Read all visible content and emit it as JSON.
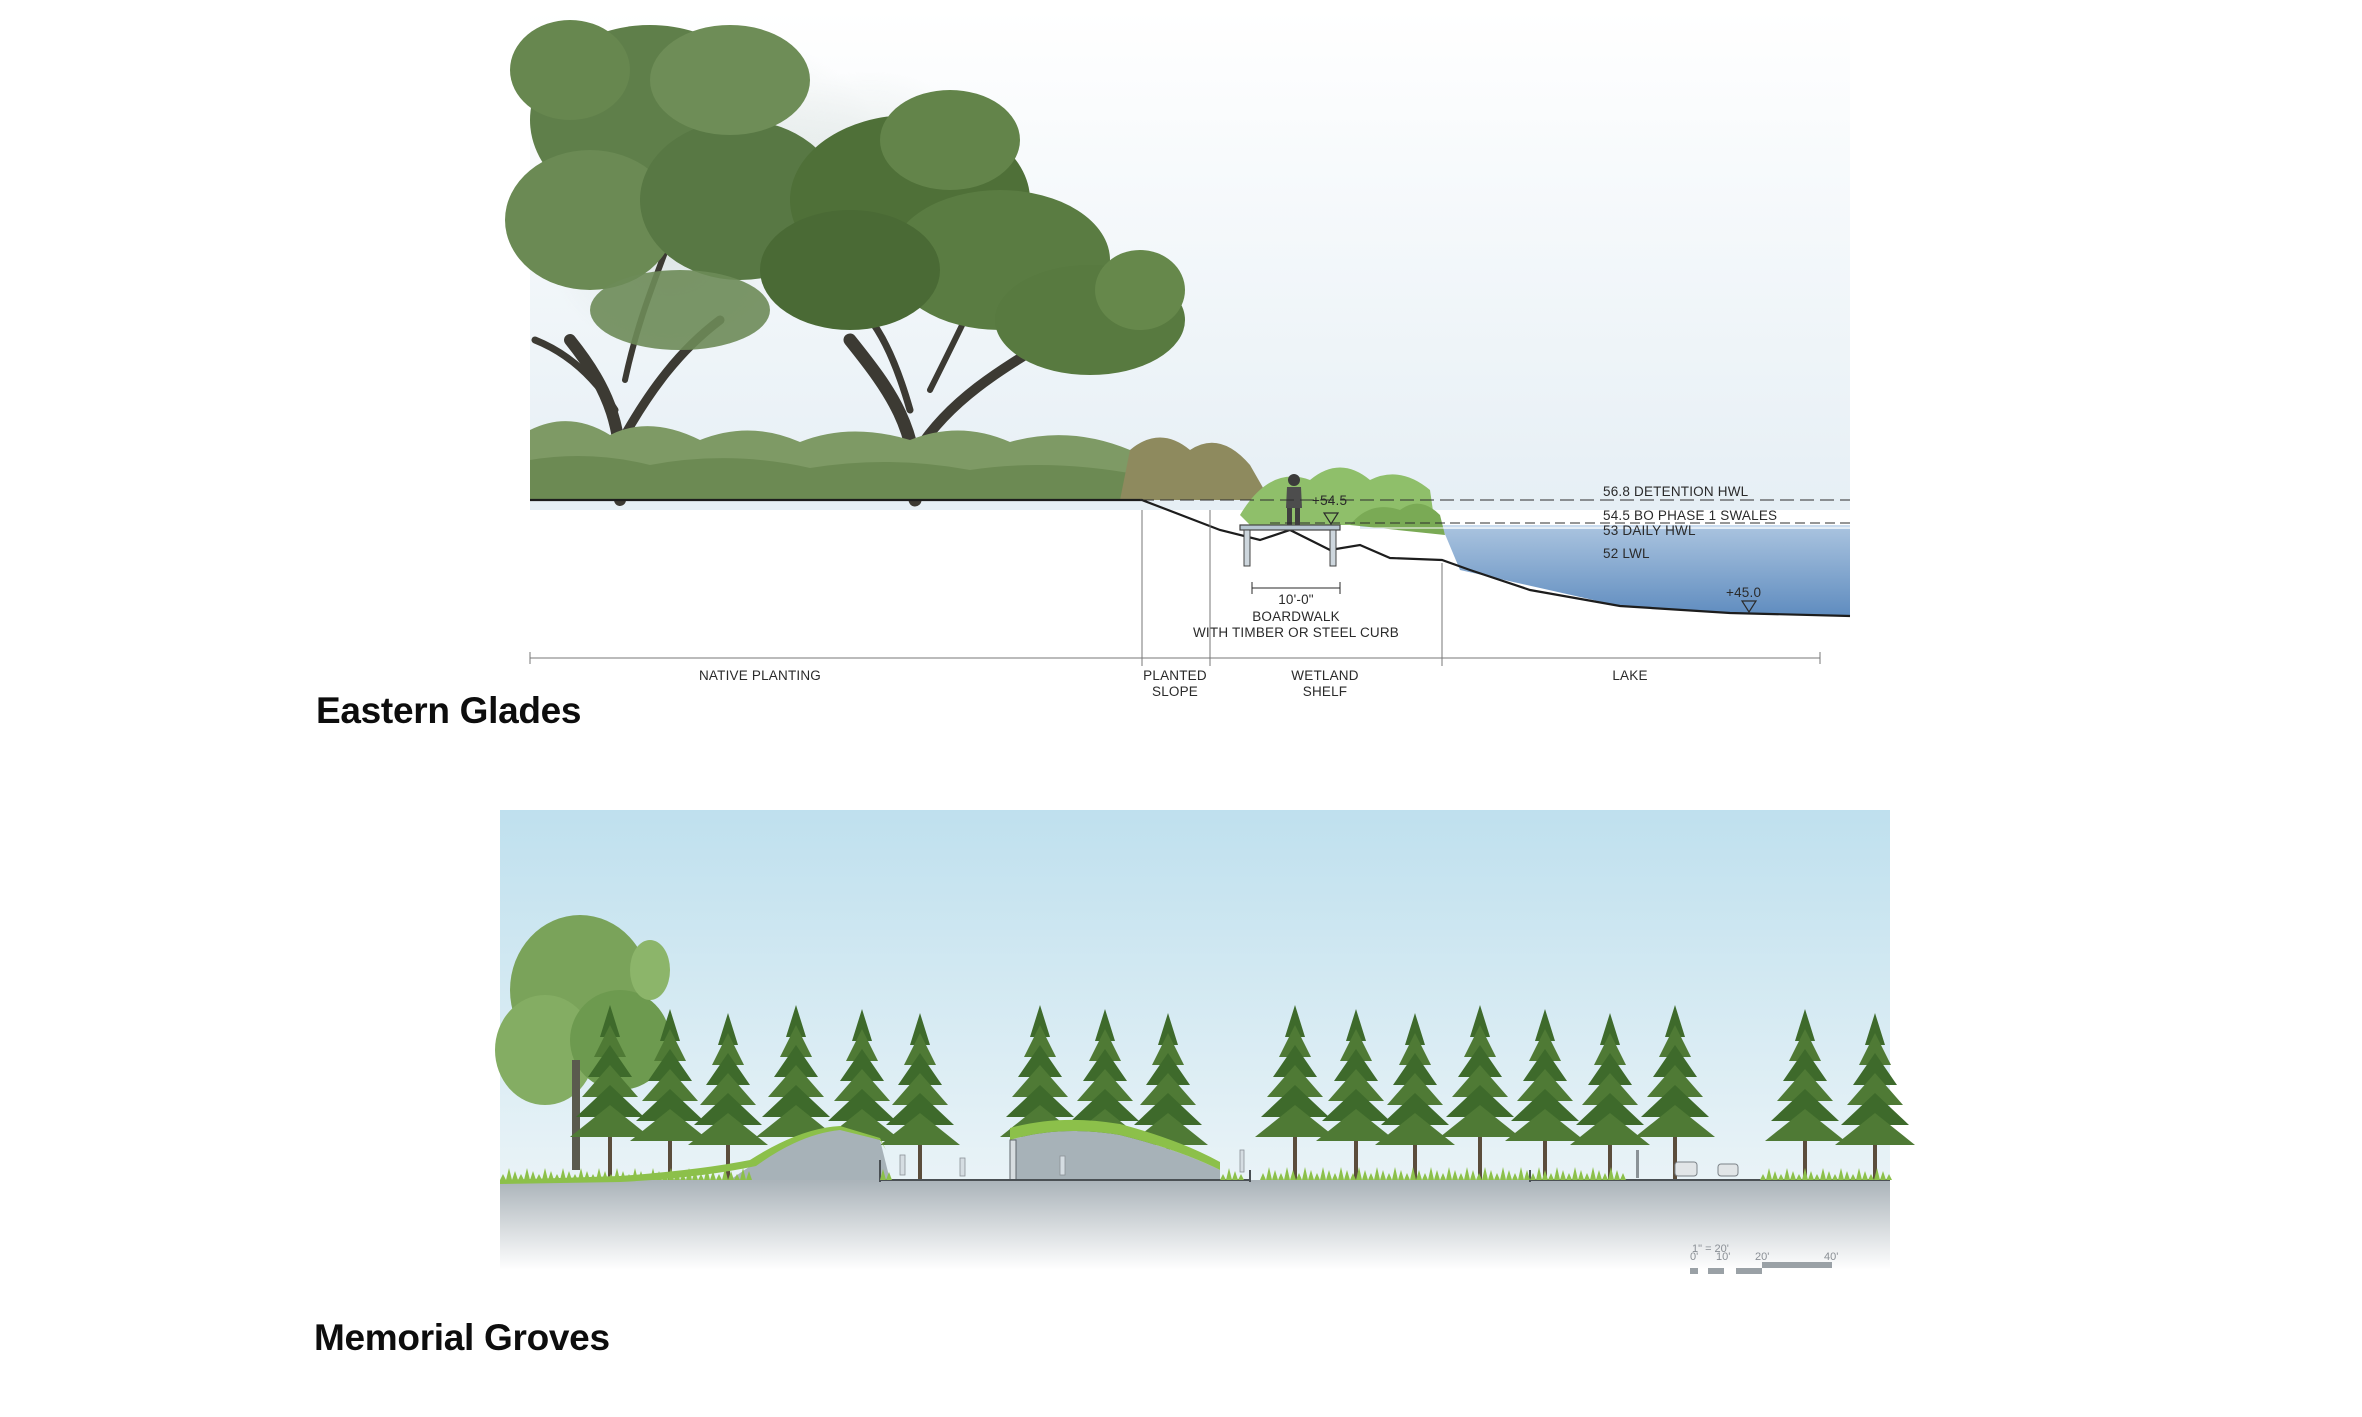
{
  "eastern_glades": {
    "title": "Eastern Glades",
    "levels": {
      "detention": "56.8 DETENTION HWL",
      "phase1": "54.5 BO PHASE 1 SWALES",
      "daily": "53 DAILY HWL",
      "lwl": "52 LWL"
    },
    "spot_elevations": {
      "boardwalk": "+54.5",
      "lake_bottom": "+45.0"
    },
    "boardwalk": {
      "dimension": "10'-0\"",
      "line1": "BOARDWALK",
      "line2": "WITH TIMBER OR STEEL CURB"
    },
    "zones": {
      "native": "NATIVE PLANTING",
      "planted_1": "PLANTED",
      "planted_2": "SLOPE",
      "wetland_1": "WETLAND",
      "wetland_2": "SHELF",
      "lake": "LAKE"
    },
    "colors": {
      "sky": "#eef4f8",
      "water": "#6f98c6",
      "tree": "#52733e",
      "grass": "#7da35a"
    }
  },
  "memorial_groves": {
    "title": "Memorial Groves",
    "scale": {
      "ratio": "1\" = 20'",
      "ticks": [
        "0'",
        "10'",
        "20'",
        "40'"
      ]
    },
    "colors": {
      "sky": "#cfe6f1",
      "ground": "#b9c1c6",
      "pine": "#3e6a2b",
      "grass": "#8cc04a"
    }
  }
}
